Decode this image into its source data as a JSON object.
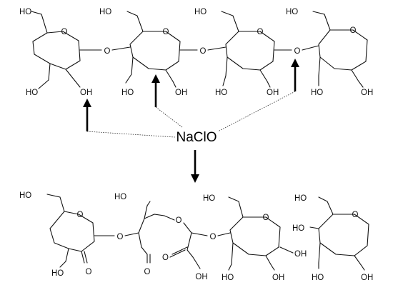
{
  "reagent": "NaClO",
  "atoms": {
    "ho": "HO",
    "oh": "OH",
    "o": "O"
  }
}
